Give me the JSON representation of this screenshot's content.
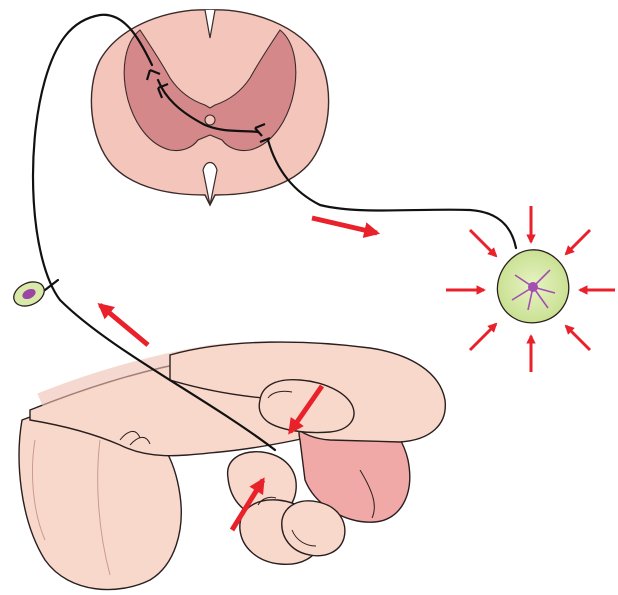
{
  "colors": {
    "cord_outer": "#f4c5ba",
    "cord_gray_matter": "#d5888a",
    "cord_outline": "#3a2a2a",
    "skin": "#f9d8cc",
    "skin_shadow": "#efbfb2",
    "glans": "#f0a9a6",
    "nerve": "#111111",
    "arrow": "#e8212a",
    "target_cell": "#d3e7a6",
    "target_cell_core": "#a24fb0",
    "ganglion": "#d9e9a9",
    "ganglion_nucleus": "#9c45a4"
  },
  "icons": {
    "spinal_cord": "spinal-cord-cross-section",
    "target": "glandular-cell-icon",
    "ganglion": "sensory-ganglion-icon",
    "stimulus": "hand-squeezing-glans",
    "arrows": "red-arrow"
  }
}
